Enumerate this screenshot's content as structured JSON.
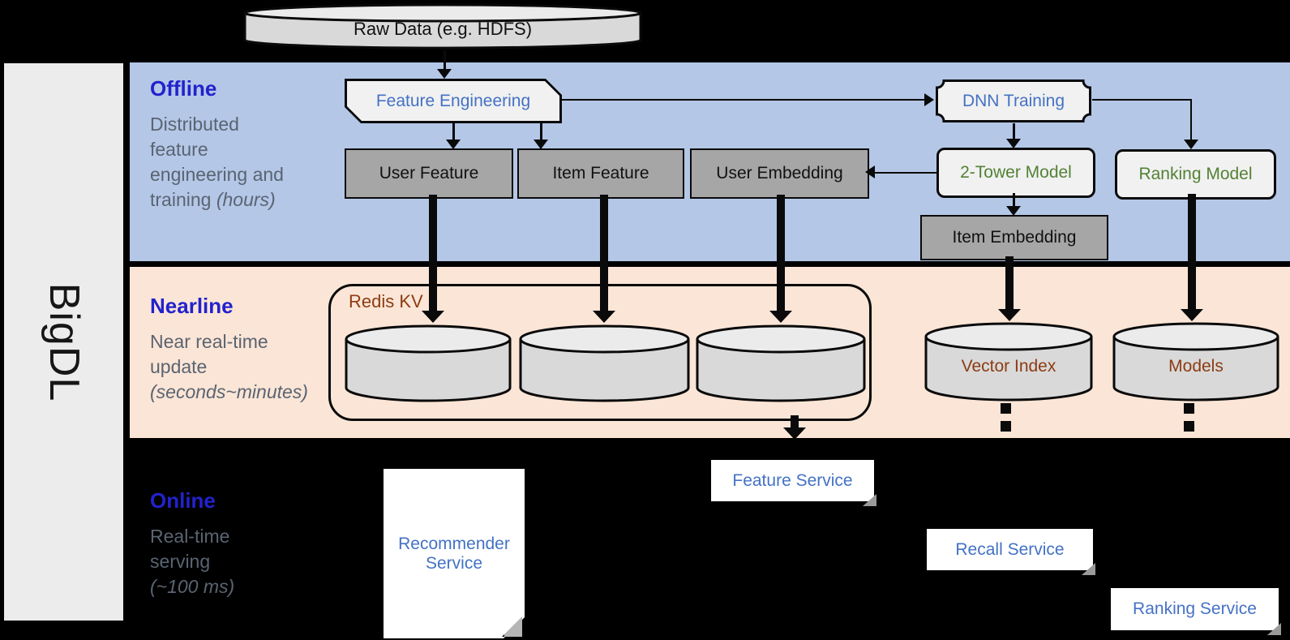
{
  "brand": {
    "label": "BigDL"
  },
  "raw_data": {
    "label": "Raw Data (e.g. HDFS)"
  },
  "sections": {
    "offline": {
      "title": "Offline",
      "description": "Distributed feature engineering and training",
      "duration": "(hours)"
    },
    "nearline": {
      "title": "Nearline",
      "description": "Near real-time update",
      "duration": "(seconds~minutes)"
    },
    "online": {
      "title": "Online",
      "description": "Real-time serving",
      "duration": "(~100 ms)"
    }
  },
  "offline_nodes": {
    "feature_engineering": "Feature Engineering",
    "dnn_training": "DNN Training",
    "user_feature": "User Feature",
    "item_feature": "Item Feature",
    "user_embedding": "User Embedding",
    "two_tower_model": "2-Tower Model",
    "ranking_model": "Ranking Model",
    "item_embedding": "Item Embedding"
  },
  "nearline_nodes": {
    "redis_kv": "Redis KV",
    "vector_index": "Vector Index",
    "models": "Models"
  },
  "online_nodes": {
    "recommender_service": "Recommender Service",
    "feature_service": "Feature Service",
    "recall_service": "Recall Service",
    "ranking_service": "Ranking Service"
  },
  "colors": {
    "offline_band": "#b4c7e7",
    "nearline_band": "#fbe5d6",
    "online_background": "#000000",
    "section_title_blue": "#2222cc",
    "section_description_gray": "#5a6472",
    "service_label_blue": "#4472c4",
    "model_label_green": "#538135",
    "storage_label_brown": "#8c3c12",
    "node_gray": "#a6a6a6",
    "node_light": "#f1f1f1",
    "cylinder_gray": "#d9d9d9"
  }
}
